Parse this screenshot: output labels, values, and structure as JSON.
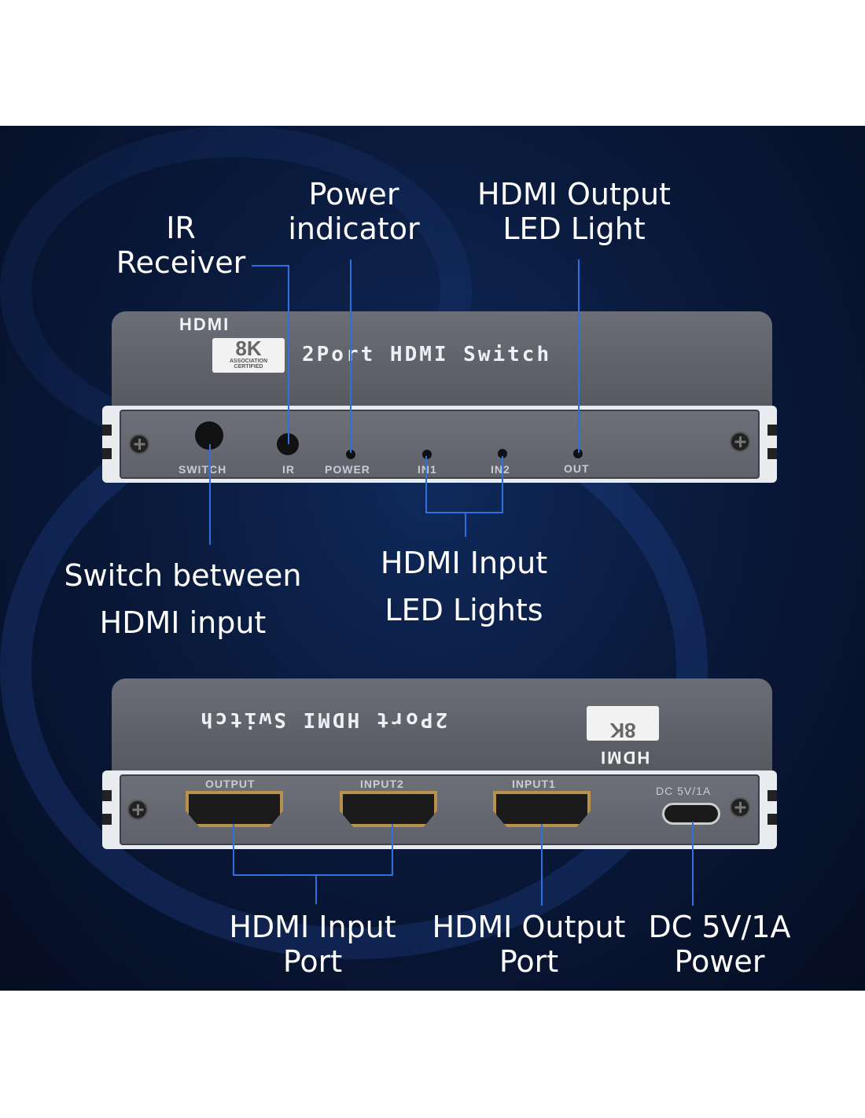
{
  "device_top": {
    "logo": "HDMI",
    "badge_big": "8K",
    "badge_small1": "ASSOCIATION",
    "badge_small2": "CERTIFIED",
    "title": "2Port HDMI Switch",
    "panel_labels": [
      "SWITCH",
      "IR",
      "POWER",
      "IN1",
      "IN2",
      "OUT"
    ]
  },
  "device_bottom": {
    "logo": "HDMI",
    "badge_big": "8K",
    "title": "2Port HDMI Switch",
    "panel_labels": [
      "OUTPUT",
      "INPUT2",
      "INPUT1",
      "DC 5V/1A"
    ]
  },
  "callouts": {
    "ir_1": "IR",
    "ir_2": "Receiver",
    "power_1": "Power",
    "power_2": "indicator",
    "out_led_1": "HDMI Output",
    "out_led_2": "LED Light",
    "switch_1": "Switch between",
    "switch_2": "HDMI input",
    "in_led_1": "HDMI Input",
    "in_led_2": "LED Lights",
    "in_port_1": "HDMI Input",
    "in_port_2": "Port",
    "out_port_1": "HDMI Output",
    "out_port_2": "Port",
    "dc_1": "DC 5V/1A",
    "dc_2": "Power"
  },
  "colors": {
    "callout_line": "#2f6fe0",
    "background": "#0a1a3c"
  }
}
